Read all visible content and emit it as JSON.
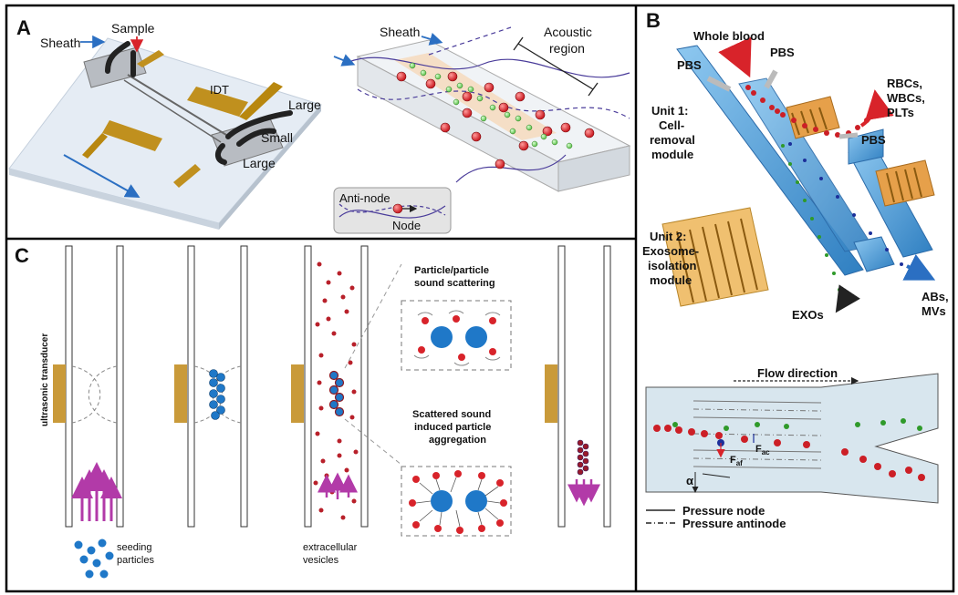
{
  "panel_a": {
    "letter": "A",
    "chip": {
      "sheath": "Sheath",
      "sample": "Sample",
      "idt": "IDT",
      "large_top": "Large",
      "small": "Small",
      "large_bottom": "Large"
    },
    "channel": {
      "sheath": "Sheath",
      "acoustic_region_line1": "Acoustic",
      "acoustic_region_line2": "region"
    },
    "inset": {
      "anti_node": "Anti-node",
      "node": "Node"
    }
  },
  "panel_b": {
    "letter": "B",
    "top": {
      "whole_blood": "Whole blood",
      "pbs_left": "PBS",
      "pbs_right": "PBS",
      "pbs_lower": "PBS",
      "out_line1": "RBCs,",
      "out_line2": "WBCs,",
      "out_line3": "PLTs",
      "unit1_line1": "Unit 1:",
      "unit1_line2": "Cell-",
      "unit1_line3": "removal",
      "unit1_line4": "module",
      "unit2_line1": "Unit 2:",
      "unit2_line2": "Exosome-",
      "unit2_line3": "isolation",
      "unit2_line4": "module",
      "exos": "EXOs",
      "abs_line1": "ABs,",
      "abs_line2": "MVs"
    },
    "bottom": {
      "flow_direction": "Flow direction",
      "f_ac": "F",
      "f_ac_sub": "ac",
      "f_af": "F",
      "f_af_sub": "af",
      "alpha": "α",
      "legend_node": "Pressure node",
      "legend_antinode": "Pressure antinode"
    }
  },
  "panel_c": {
    "letter": "C",
    "transducer": "ultrasonic transducer",
    "seeding_line1": "seeding",
    "seeding_line2": "particles",
    "ev_line1": "extracellular",
    "ev_line2": "vesicles",
    "scatter_line1": "Particle/particle",
    "scatter_line2": "sound scattering",
    "aggr_line1": "Scattered sound",
    "aggr_line2": "induced particle",
    "aggr_line3": "aggregation"
  },
  "colors": {
    "red": "#d8232a",
    "blue": "#1f78c8",
    "gold": "#c99a3a",
    "magenta": "#b23aa8",
    "channel_blue": "#5aa7df"
  }
}
